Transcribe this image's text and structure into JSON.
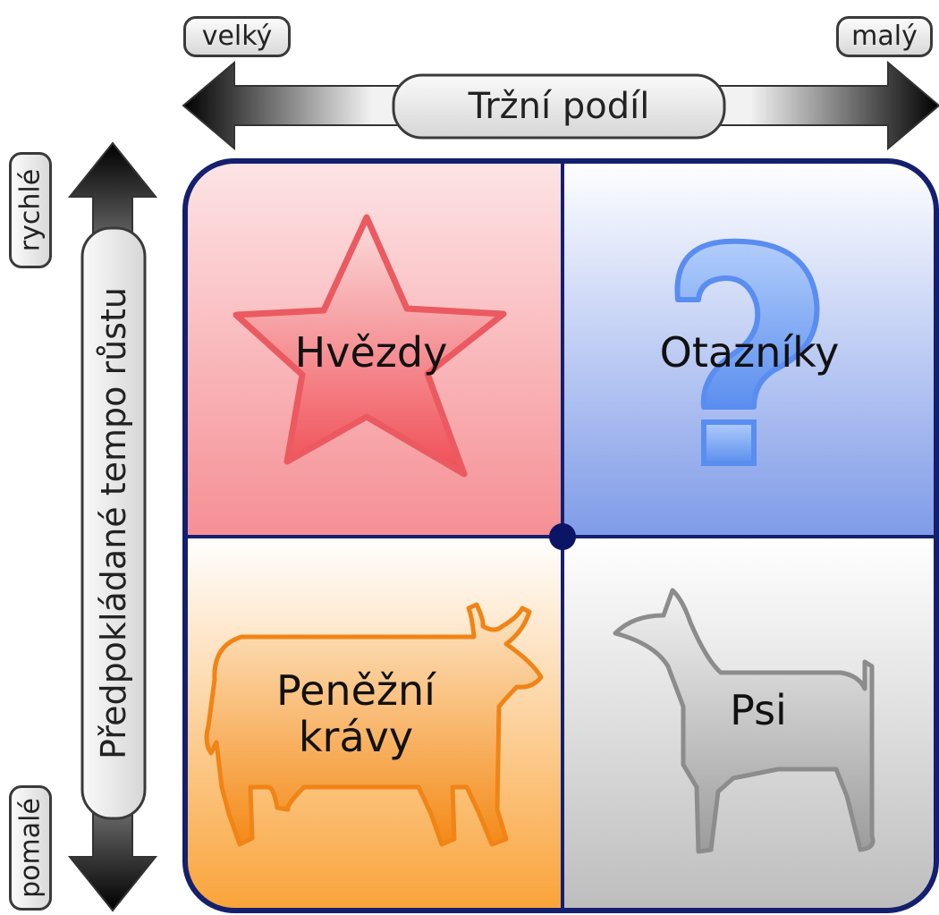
{
  "horizontal_axis": {
    "title": "Tržní podíl",
    "left_label": "velký",
    "right_label": "malý"
  },
  "vertical_axis": {
    "title": "Předpokládané tempo růstu",
    "top_label": "rychlé",
    "bottom_label": "pomalé"
  },
  "quadrants": {
    "top_left": {
      "label": "Hvězdy",
      "icon": "star-icon",
      "color": "#f26a6f"
    },
    "top_right": {
      "label": "Otazníky",
      "icon": "question-mark-icon",
      "color": "#6a8ee6"
    },
    "bottom_left": {
      "label_line1": "Peněžní",
      "label_line2": "krávy",
      "icon": "cow-icon",
      "color": "#f59a2f"
    },
    "bottom_right": {
      "label": "Psi",
      "icon": "dog-icon",
      "color": "#a3a3a3"
    }
  },
  "colors": {
    "frame": "#14206e",
    "center_dot": "#0a1565"
  }
}
